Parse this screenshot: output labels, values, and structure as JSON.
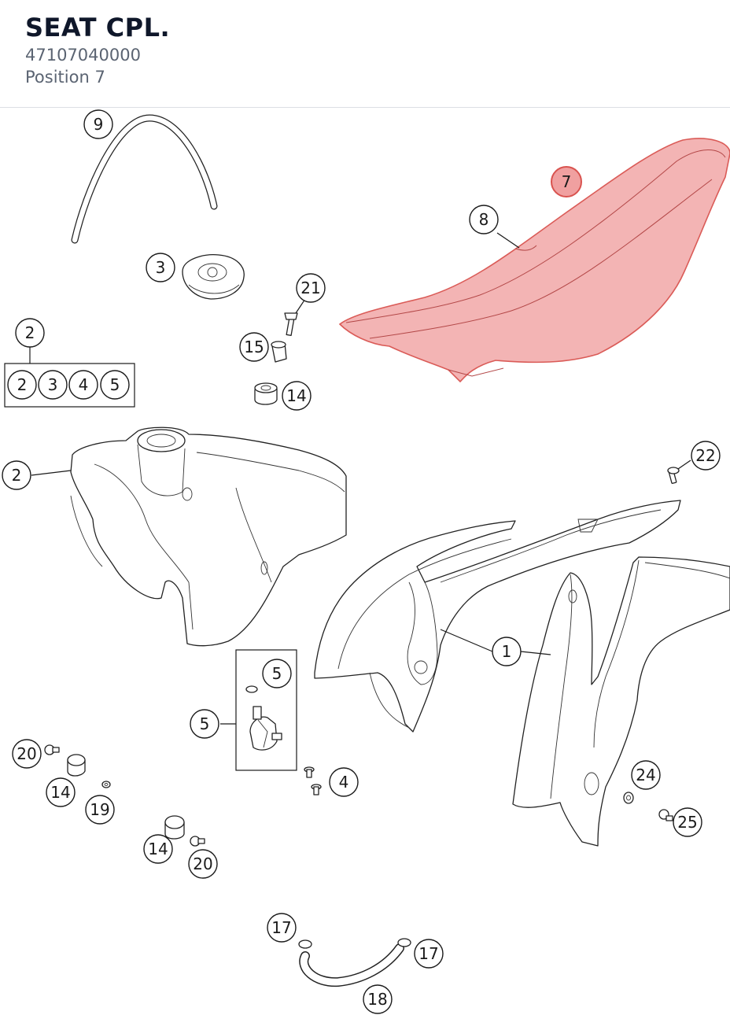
{
  "header": {
    "title": "SEAT CPL.",
    "part_number": "47107040000",
    "position": "Position 7"
  },
  "colors": {
    "highlight_fill": "#f0a0a0",
    "highlight_stroke": "#d9534f",
    "title": "#0f172a",
    "subtitle": "#5b6472"
  },
  "highlighted_position": "7",
  "callouts": {
    "c9": "9",
    "c7": "7",
    "c8": "8",
    "c3": "3",
    "c21": "21",
    "c15": "15",
    "c2_top": "2",
    "c2_set_a": "2",
    "c3_set": "3",
    "c4_set": "4",
    "c5_set": "5",
    "c14_a": "14",
    "c2_tank": "2",
    "c22": "22",
    "c1": "1",
    "c5_box_a": "5",
    "c5_box_b": "5",
    "c20_a": "20",
    "c14_b": "14",
    "c19": "19",
    "c4": "4",
    "c24": "24",
    "c25": "25",
    "c14_c": "14",
    "c20_b": "20",
    "c17_a": "17",
    "c17_b": "17",
    "c18": "18"
  }
}
